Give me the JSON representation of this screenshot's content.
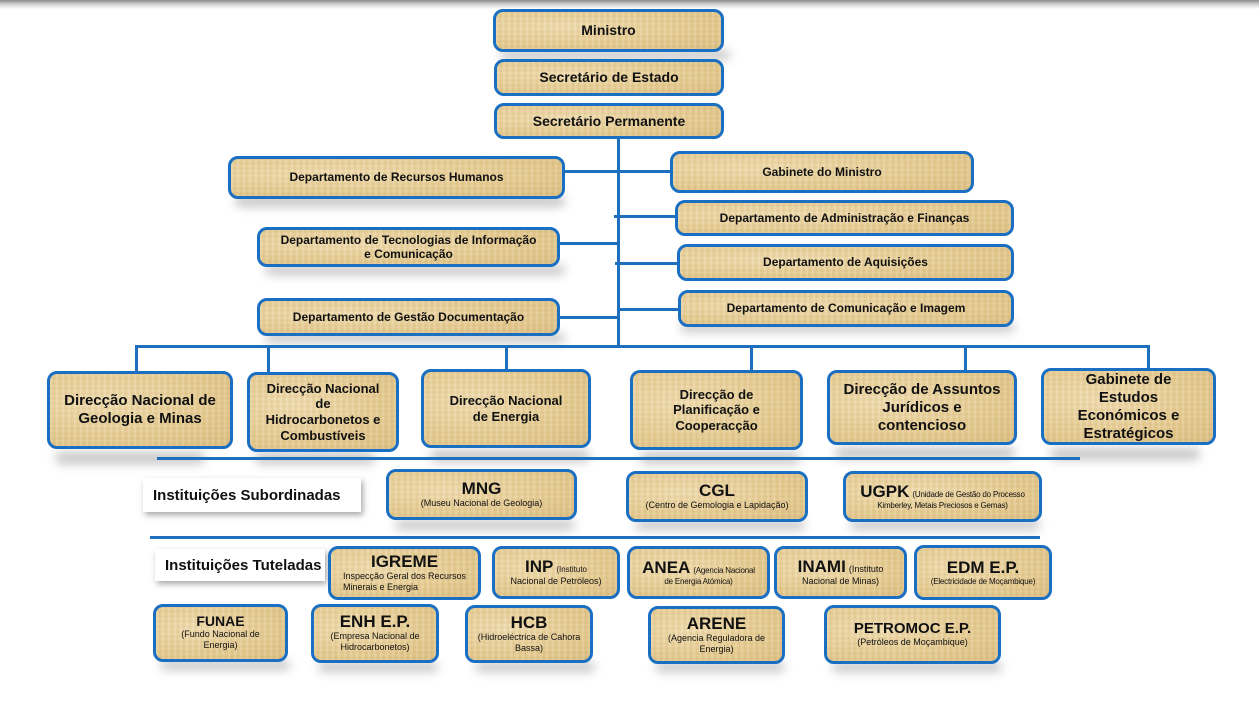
{
  "chart_title": "Organograma",
  "top": {
    "ministro": "Ministro",
    "secretario_estado": "Secretário de Estado",
    "secretario_permanente": "Secretário Permanente"
  },
  "departments_left": [
    "Departamento de Recursos Humanos",
    "Departamento de Tecnologias de Informação e Comunicação",
    "Departamento de Gestão Documentação"
  ],
  "departments_right": [
    "Gabinete do Ministro",
    "Departamento de Administração e Finanças",
    "Departamento de Aquisições",
    "Departamento de Comunicação e Imagem"
  ],
  "directorates": [
    "Direcção Nacional de Geologia e Minas",
    "Direcção Nacional de Hidrocarbonetos e Combustíveis",
    "Direcção Nacional de Energia",
    "Direcção de Planificação e Cooperacção",
    "Direcção de Assuntos Jurídicos e contencioso",
    "Gabinete de Estudos Económicos e Estratégicos"
  ],
  "subordinate": {
    "label": "Instituições Subordinadas",
    "items": [
      {
        "abbr": "MNG",
        "name": "(Museu Nacional de Geologia)"
      },
      {
        "abbr": "CGL",
        "name": "(Centro de Gemologia e Lapidação)"
      },
      {
        "abbr": "UGPK",
        "name_part1": "(Unidade de Gestão do Processo",
        "name_part2": "Kimberley, Metais Preciosos e Gemas)"
      }
    ]
  },
  "tutelated": {
    "label": "Instituições Tuteladas",
    "items": [
      {
        "abbr": "IGREME",
        "name": "Inspecção Geral dos Recursos Minerais e Energia"
      },
      {
        "abbr": "INP",
        "name_part1": "(Instituto",
        "name_part2": "Nacional de Petróleos)"
      },
      {
        "abbr": "ANEA",
        "name_part1": "(Agencia Nacional",
        "name_part2": "de Energia Atómica)"
      },
      {
        "abbr": "INAMI",
        "name_part1": "(Instituto",
        "name_part2": "Nacional de Minas)"
      },
      {
        "abbr": "EDM E.P.",
        "name": "(Electricidade de Moçambique)"
      },
      {
        "abbr": "FUNAE",
        "name": "(Fundo Nacional de Energia)"
      },
      {
        "abbr": "ENH E.P.",
        "name": "(Empresa Nacional de Hidrocarbonetos)"
      },
      {
        "abbr": "HCB",
        "name": "(Hidroeléctrica de Cahora Bassa)"
      },
      {
        "abbr": "ARENE",
        "name": "(Agencia Reguladora de Energia)"
      },
      {
        "abbr": "PETROMOC E.P.",
        "name": "(Petróleos de Moçambique)"
      }
    ]
  },
  "colors": {
    "border": "#1a6fc2",
    "connector": "#1f6fbf",
    "box_fill": "#e8d29f"
  }
}
